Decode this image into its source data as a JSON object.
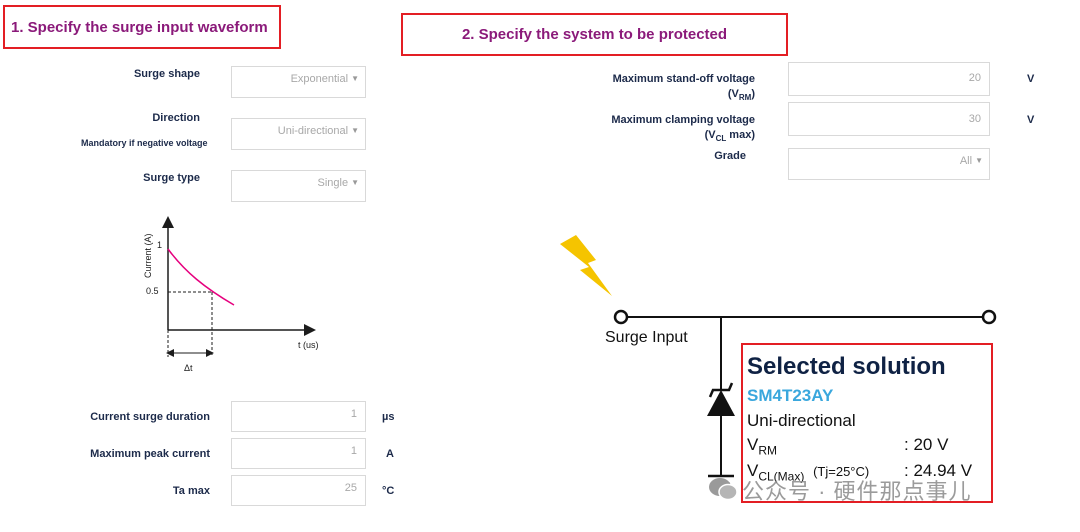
{
  "section1": {
    "title": "1. Specify the surge input waveform"
  },
  "section2": {
    "title": "2. Specify the system to be protected"
  },
  "surge_shape": {
    "label": "Surge shape",
    "value": "Exponential"
  },
  "direction": {
    "label": "Direction",
    "note": "Mandatory if negative voltage",
    "value": "Uni-directional"
  },
  "surge_type": {
    "label": "Surge type",
    "value": "Single"
  },
  "waveform": {
    "y_axis_label": "Current (A)",
    "x_axis_label": "t (us)",
    "tick_1": "1",
    "tick_05": "0.5",
    "delta_label": "Δt"
  },
  "current_surge_duration": {
    "label": "Current surge duration",
    "value": "1",
    "unit": "µs"
  },
  "max_peak_current": {
    "label": "Maximum peak current",
    "value": "1",
    "unit": "A"
  },
  "ta_max": {
    "label": "Ta max",
    "value": "25",
    "unit": "°C"
  },
  "standoff": {
    "label": "Maximum stand-off voltage",
    "sub_open": "(V",
    "sub": "RM",
    "sub_close": ")",
    "value": "20",
    "unit": "V"
  },
  "clamping": {
    "label": "Maximum clamping voltage",
    "sub_open": "(V",
    "sub": "CL",
    "sub_close": " max)",
    "value": "30",
    "unit": "V"
  },
  "grade": {
    "label": "Grade",
    "value": "All"
  },
  "circuit": {
    "input_label": "Surge Input"
  },
  "solution": {
    "title": "Selected solution",
    "part": "SM4T23AY",
    "direction": "Uni-directional",
    "vrm_main": "V",
    "vrm_sub": "RM",
    "vrm_value": ": 20 V",
    "vcl_main": "V",
    "vcl_sub": "CL(Max)",
    "vcl_cond": "(Tj=25°C)",
    "vcl_value": ": 24.94 V"
  },
  "watermark": {
    "text": "公众号 · 硬件那点事儿"
  },
  "colors": {
    "title_text": "#8b1a7a",
    "box_border": "#e31e24",
    "part_link": "#3aa7dd",
    "curve": "#e6007e",
    "lightning": "#f5c400"
  }
}
